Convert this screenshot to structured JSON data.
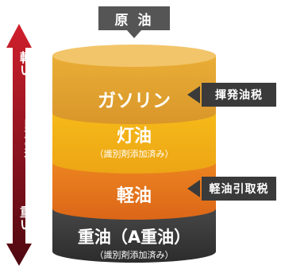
{
  "top_label": "原 油",
  "layers": {
    "gasoline": "ガソリン",
    "kerosene": "灯油",
    "kerosene_note": "（識別剤添加済み）",
    "light_oil": "軽油",
    "heavy_oil": "重油（A重油）",
    "heavy_note": "（識別剤添加済み）"
  },
  "taxes": {
    "tax1": "揮発油税",
    "tax2": "軽油引取税"
  },
  "side": {
    "top": "軽い",
    "middle": "比重の違い",
    "bottom": "重い"
  },
  "colors": {
    "gasoline": "#e6a92e",
    "kerosene": "#f0b018",
    "light_oil": "#e4751c",
    "heavy_oil": "#3a3a3a",
    "side_top": "#cc1f2a",
    "side_bottom": "#5a0a12",
    "label_bg": "#555555"
  }
}
